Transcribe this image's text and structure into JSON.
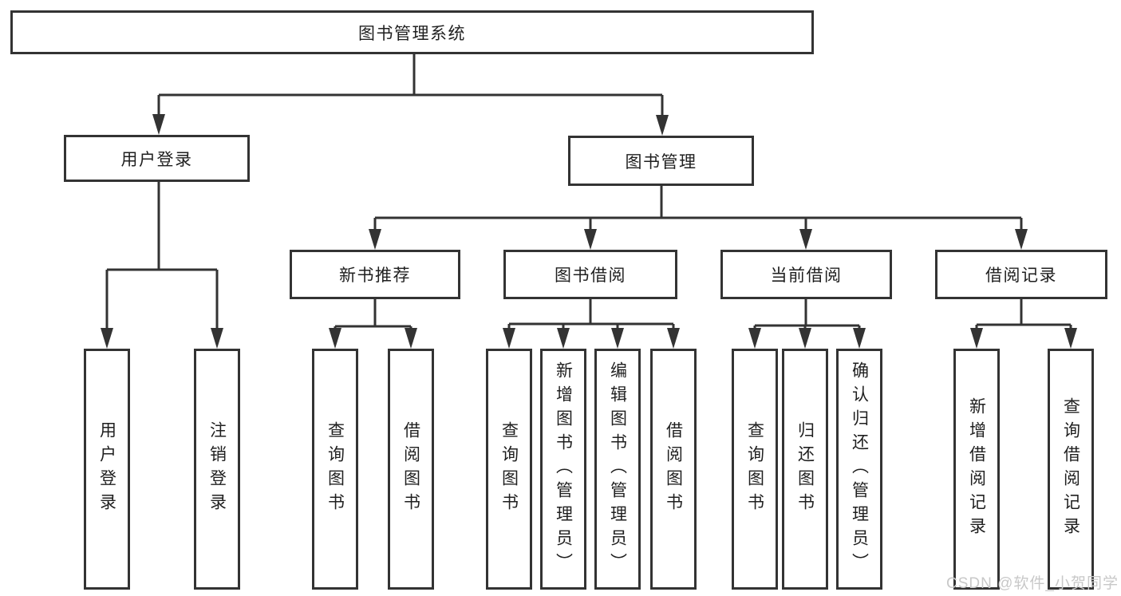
{
  "tree": {
    "root": {
      "label": "图书管理系统",
      "children": [
        {
          "label": "用户登录",
          "children": [
            {
              "label": "用户登录"
            },
            {
              "label": "注销登录"
            }
          ]
        },
        {
          "label": "图书管理",
          "children": [
            {
              "label": "新书推荐",
              "children": [
                {
                  "label": "查询图书"
                },
                {
                  "label": "借阅图书"
                }
              ]
            },
            {
              "label": "图书借阅",
              "children": [
                {
                  "label": "查询图书"
                },
                {
                  "label": "新增图书（管理员）"
                },
                {
                  "label": "编辑图书（管理员）"
                },
                {
                  "label": "借阅图书"
                }
              ]
            },
            {
              "label": "当前借阅",
              "children": [
                {
                  "label": "查询图书"
                },
                {
                  "label": "归还图书"
                },
                {
                  "label": "确认归还（管理员）"
                }
              ]
            },
            {
              "label": "借阅记录",
              "children": [
                {
                  "label": "新增借阅记录"
                },
                {
                  "label": "查询借阅记录"
                }
              ]
            }
          ]
        }
      ]
    }
  },
  "watermark": {
    "text": "CSDN @软件_小贺同学"
  },
  "colors": {
    "line": "#333333",
    "text": "#1f1f1f",
    "watermark": "#c8c8c8",
    "background": "#ffffff"
  }
}
